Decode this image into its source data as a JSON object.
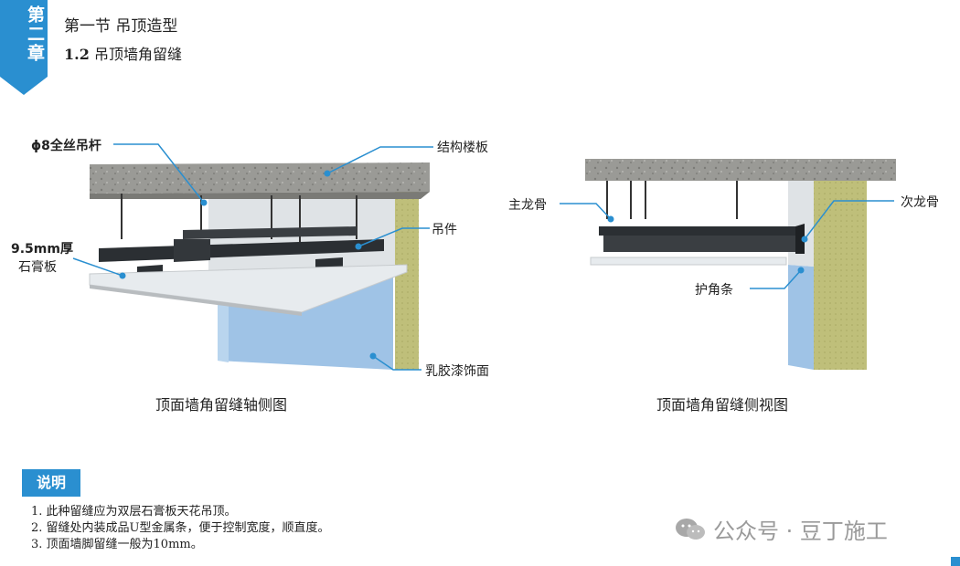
{
  "chapter": {
    "label": "第二章",
    "color": "#2a8fd0"
  },
  "header": {
    "section": "第一节  吊顶造型",
    "sub_number": "1.2",
    "sub_title": "吊顶墙角留缝"
  },
  "left_diagram": {
    "caption": "顶面墙角留缝轴侧图",
    "labels": {
      "rod": "ϕ8全丝吊杆",
      "slab": "结构楼板",
      "hanger": "吊件",
      "board_line1": "9.5mm厚",
      "board_line2": "石膏板",
      "paint": "乳胶漆饰面"
    }
  },
  "right_diagram": {
    "caption": "顶面墙角留缝侧视图",
    "labels": {
      "main_keel": "主龙骨",
      "sub_keel": "次龙骨",
      "corner_strip": "护角条"
    }
  },
  "notes": {
    "title": "说明",
    "items": [
      "1. 此种留缝应为双层石膏板天花吊顶。",
      "2. 留缝处内装成品U型金属条，便于控制宽度，顺直度。",
      "3. 顶面墙脚留缝一般为10mm。"
    ]
  },
  "watermark": {
    "text": "公众号 · 豆丁施工"
  }
}
